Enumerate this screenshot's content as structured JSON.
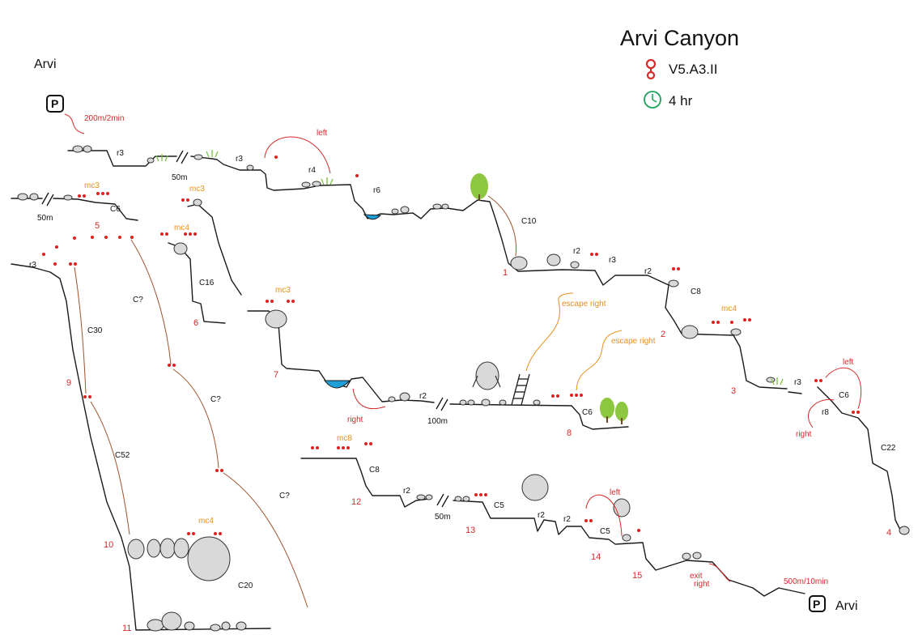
{
  "title": "Arvi Canyon",
  "grade": "V5.A3.II",
  "duration": "4 hr",
  "start_place": "Arvi",
  "end_place": "Arvi",
  "parking_label": "P",
  "approach": "200m/2min",
  "exit_walk": "500m/10min",
  "colors": {
    "rope_red": "#d42a2a",
    "mc_orange": "#e8901e",
    "clock_green": "#1aa35a",
    "water_blue": "#1e9fd8"
  },
  "icons": [
    "parking-icon",
    "rope-icon",
    "clock-icon",
    "tree-icon",
    "ladder-icon",
    "grass-icon"
  ],
  "labels": {
    "r3_a": "r3",
    "r3_b": "r3",
    "r4": "r4",
    "r6": "r6",
    "left_1": "left",
    "c10": "C10",
    "r2_a": "r2",
    "r3_c": "r3",
    "r2_b": "r2",
    "c8_a": "C8",
    "mc4_a": "mc4",
    "r3_d": "r3",
    "left_2": "left",
    "c6_a": "C6",
    "r8": "r8",
    "right_1": "right",
    "c22": "C22",
    "dist_50m_a": "50m",
    "dist_50m_b": "50m",
    "mc3_a": "mc3",
    "c6_b": "C6",
    "mc3_b": "mc3",
    "mc4_b": "mc4",
    "c16": "C16",
    "r3_e": "r3",
    "c_q_a": "C?",
    "c30": "C30",
    "c_q_b": "C?",
    "c52": "C52",
    "c_q_c": "C?",
    "mc4_c": "mc4",
    "c20": "C20",
    "mc3_c": "mc3",
    "right_2": "right",
    "r2_c": "r2",
    "dist_100m": "100m",
    "escape_1": "escape right",
    "escape_2": "escape right",
    "c6_c": "C6",
    "mc8": "mc8",
    "c8_b": "C8",
    "r2_d": "r2",
    "c5_a": "C5",
    "r2_e": "r2",
    "r2_f": "r2",
    "left_3": "left",
    "c5_b": "C5",
    "exit": "exit",
    "exit_right": "right"
  },
  "anchors": [
    "1",
    "2",
    "3",
    "4",
    "5",
    "6",
    "7",
    "8",
    "9",
    "10",
    "11",
    "12",
    "13",
    "14",
    "15"
  ]
}
